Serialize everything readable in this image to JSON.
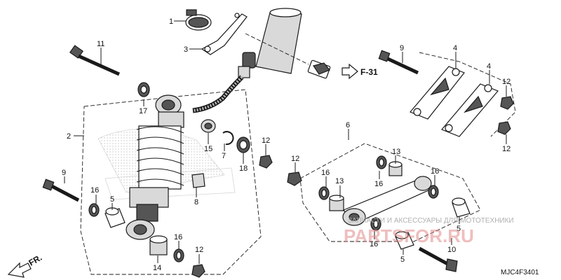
{
  "diagram": {
    "callouts": [
      {
        "id": "c1",
        "label": "1"
      },
      {
        "id": "c3",
        "label": "3"
      },
      {
        "id": "c11",
        "label": "11"
      },
      {
        "id": "c17",
        "label": "17"
      },
      {
        "id": "c2",
        "label": "2"
      },
      {
        "id": "c9a",
        "label": "9"
      },
      {
        "id": "c16a",
        "label": "16"
      },
      {
        "id": "c5a",
        "label": "5"
      },
      {
        "id": "c14",
        "label": "14"
      },
      {
        "id": "c16b",
        "label": "16"
      },
      {
        "id": "c12a",
        "label": "12"
      },
      {
        "id": "c8",
        "label": "8"
      },
      {
        "id": "c15",
        "label": "15"
      },
      {
        "id": "c7",
        "label": "7"
      },
      {
        "id": "c18",
        "label": "18"
      },
      {
        "id": "c12b",
        "label": "12"
      },
      {
        "id": "c9b",
        "label": "9"
      },
      {
        "id": "c4a",
        "label": "4"
      },
      {
        "id": "c4b",
        "label": "4"
      },
      {
        "id": "c12c",
        "label": "12"
      },
      {
        "id": "c12d",
        "label": "12"
      },
      {
        "id": "c6",
        "label": "6"
      },
      {
        "id": "c12e",
        "label": "12"
      },
      {
        "id": "c13a",
        "label": "13"
      },
      {
        "id": "c16c",
        "label": "16"
      },
      {
        "id": "c16d",
        "label": "16"
      },
      {
        "id": "c13b",
        "label": "13"
      },
      {
        "id": "c16e",
        "label": "16"
      },
      {
        "id": "c16f",
        "label": "16"
      },
      {
        "id": "c5b",
        "label": "5"
      },
      {
        "id": "c5c",
        "label": "5"
      },
      {
        "id": "c10",
        "label": "10"
      }
    ],
    "reference": "F-31",
    "front_label": "FR.",
    "diagram_code": "MJC4F3401",
    "watermark_text": "ЗАПЧАСТИ И АКСЕССУАРЫ ДЛЯ МОТОТЕХНИКИ",
    "watermark_logo": "PARTSFOR.RU",
    "colors": {
      "line": "#1a1a1a",
      "watermark": "#e28a8a"
    }
  }
}
